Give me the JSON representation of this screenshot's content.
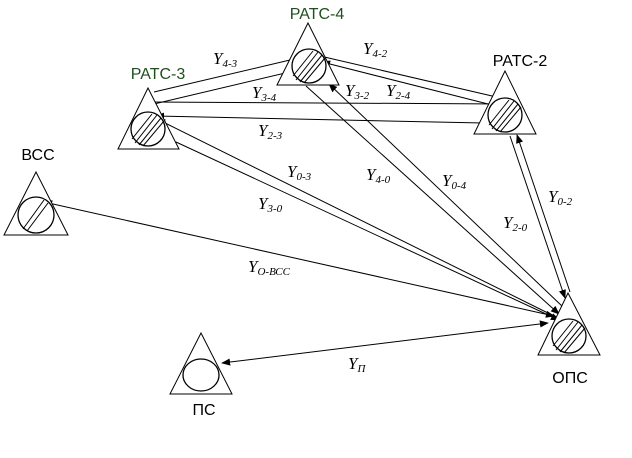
{
  "colors": {
    "green_label": "#1f4f1f",
    "black_label": "#000000",
    "line": "#000000"
  },
  "nodes": {
    "rats4": {
      "label": "РАТС-4",
      "hatched": true
    },
    "rats3": {
      "label": "РАТС-3",
      "hatched": true
    },
    "rats2": {
      "label": "РАТС-2",
      "hatched": true
    },
    "vss": {
      "label": "ВСС",
      "hatched": true
    },
    "ops": {
      "label": "ОПС",
      "hatched": true
    },
    "ps": {
      "label": "ПС",
      "hatched": false
    }
  },
  "flows": {
    "y43": {
      "main": "Y",
      "sub": "4-3"
    },
    "y34": {
      "main": "Y",
      "sub": "3-4"
    },
    "y42": {
      "main": "Y",
      "sub": "4-2"
    },
    "y32": {
      "main": "Y",
      "sub": "3-2"
    },
    "y24": {
      "main": "Y",
      "sub": "2-4"
    },
    "y23": {
      "main": "Y",
      "sub": "2-3"
    },
    "y03": {
      "main": "Y",
      "sub": "0-3"
    },
    "y30": {
      "main": "Y",
      "sub": "3-0"
    },
    "y40": {
      "main": "Y",
      "sub": "4-0"
    },
    "y04": {
      "main": "Y",
      "sub": "0-4"
    },
    "y02": {
      "main": "Y",
      "sub": "0-2"
    },
    "y20": {
      "main": "Y",
      "sub": "2-0"
    },
    "y0vss": {
      "main": "Y",
      "sub": "O-ВСС"
    },
    "yp": {
      "main": "Y",
      "sub": "П"
    }
  }
}
